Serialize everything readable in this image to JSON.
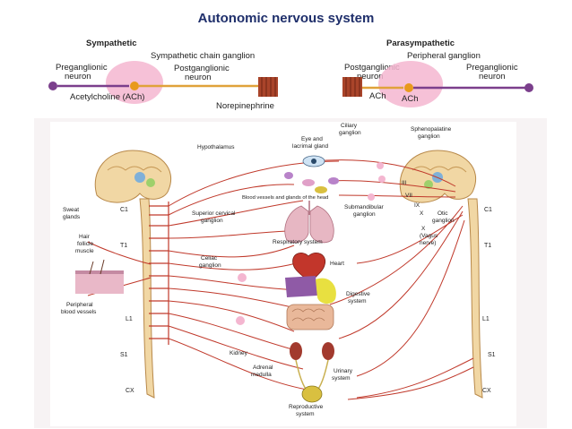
{
  "title": "Autonomic nervous system",
  "top_panel": {
    "sympathetic": {
      "header": "Sympathetic",
      "chain_ganglion": "Sympathetic chain ganglion",
      "preganglionic_line1": "Preganglionic",
      "preganglionic_line2": "neuron",
      "postganglionic_line1": "Postganglionic",
      "postganglionic_line2": "neuron",
      "neurotransmitter_1": "Acetylcholine (ACh)",
      "neurotransmitter_2": "Norepinephrine"
    },
    "parasympathetic": {
      "header": "Parasympathetic",
      "peripheral_ganglion": "Peripheral ganglion",
      "postganglionic_line1": "Postganglionic",
      "postganglionic_line2": "neuron",
      "preganglionic_line1": "Preganglionic",
      "preganglionic_line2": "neuron",
      "ach_left": "ACh",
      "ach_right": "ACh"
    }
  },
  "diagram": {
    "ciliary_line1": "Ciliary",
    "ciliary_line2": "ganglion",
    "eye_line1": "Eye and",
    "eye_line2": "lacrimal gland",
    "spheno_line1": "Sphenopalatine",
    "spheno_line2": "ganglion",
    "hypothalamus": "Hypothalamus",
    "cranial_iii": "III",
    "cranial_vii": "VII",
    "cranial_ix": "IX",
    "cranial_x": "X",
    "blood_vessels_head": "Blood vessels and glands of the head",
    "submandibular_line1": "Submandibular",
    "submandibular_line2": "ganglion",
    "otic_line1": "Otic",
    "otic_line2": "ganglion",
    "vagus_line1": "X",
    "vagus_line2": "(Vagus",
    "vagus_line3": "nerve)",
    "sweat_line1": "Sweat",
    "sweat_line2": "glands",
    "c1_left": "C1",
    "c1_right": "C1",
    "superior_cervical_line1": "Superior cervical",
    "superior_cervical_line2": "ganglion",
    "respiratory": "Respiratory system",
    "hair_line1": "Hair",
    "hair_line2": "follicle",
    "hair_line3": "muscle",
    "t1_left": "T1",
    "t1_right": "T1",
    "celiac_line1": "Celiac",
    "celiac_line2": "ganglion",
    "heart": "Heart",
    "digestive_line1": "Digestive",
    "digestive_line2": "system",
    "peripheral_bv_line1": "Peripheral",
    "peripheral_bv_line2": "blood vessels",
    "l1_left": "L1",
    "l1_right": "L1",
    "s1_left": "S1",
    "s1_right": "S1",
    "kidney": "Kidney",
    "adrenal_line1": "Adrenal",
    "adrenal_line2": "medulla",
    "urinary_line1": "Urinary",
    "urinary_line2": "system",
    "cx_left": "CX",
    "cx_right": "CX",
    "reproductive_line1": "Reproductive",
    "reproductive_line2": "system"
  },
  "colors": {
    "nerve": "#c0392b",
    "neuron_body": "#7b3f8c",
    "ganglion_glow": "#f4b6d0",
    "muscle": "#a9442a",
    "brain": "#f1d7a4",
    "title": "#1f2f6b"
  }
}
